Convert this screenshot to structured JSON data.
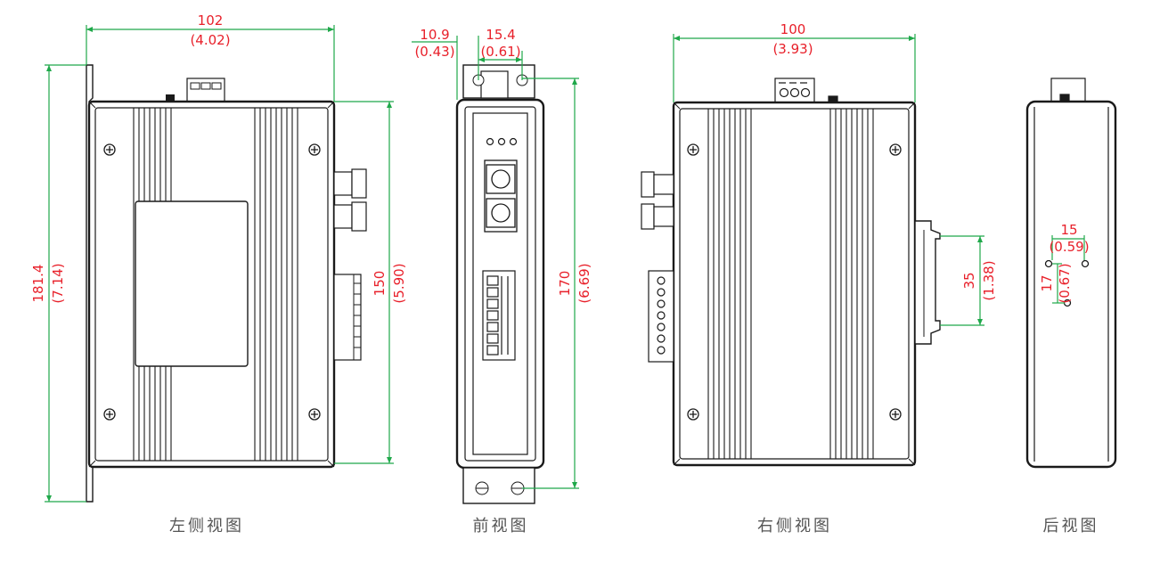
{
  "colors": {
    "dimension_text": "#e8202a",
    "dimension_line": "#1fa84a",
    "outline": "#1a1a1a",
    "caption": "#555555"
  },
  "views": {
    "left": {
      "caption": "左侧视图",
      "width_mm": "102",
      "width_in": "(4.02)",
      "height_mm": "181.4",
      "height_in": "(7.14)",
      "body_height_mm": "150",
      "body_height_in": "(5.90)"
    },
    "front": {
      "caption": "前视图",
      "offset_mm": "10.9",
      "offset_in": "(0.43)",
      "hole_mm": "15.4",
      "hole_in": "(0.61)",
      "height_mm": "170",
      "height_in": "(6.69)"
    },
    "right": {
      "caption": "右侧视图",
      "width_mm": "100",
      "width_in": "(3.93)",
      "rail_mm": "35",
      "rail_in": "(1.38)"
    },
    "rear": {
      "caption": "后视图",
      "hole_h_mm": "15",
      "hole_h_in": "(0.59)",
      "hole_v_mm": "17",
      "hole_v_in": "(0.67)"
    }
  }
}
